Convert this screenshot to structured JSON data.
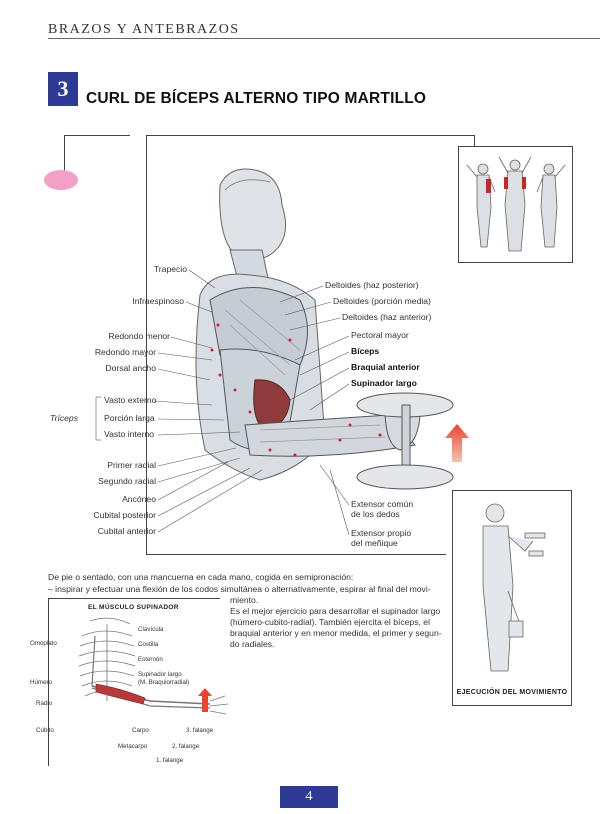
{
  "header": {
    "section": "BRAZOS Y ANTEBRAZOS"
  },
  "exercise": {
    "number": "3",
    "title": "CURL DE BÍCEPS ALTERNO TIPO MARTILLO"
  },
  "labels_left": {
    "trapecio": "Trapecio",
    "infraespinoso": "Infraespinoso",
    "redondo_menor": "Redondo menor",
    "redondo_mayor": "Redondo mayor",
    "dorsal_ancho": "Dorsal ancho",
    "vasto_externo": "Vasto externo",
    "triceps": "Tríceps",
    "porcion_larga": "Porción larga",
    "vasto_interno": "Vasto interno",
    "primer_radial": "Primer radial",
    "segundo_radial": "Segundo radial",
    "anconeo": "Ancóneo",
    "cubital_posterior": "Cubital posterior",
    "cubital_anterior": "Cubital anterior"
  },
  "labels_right": {
    "deltoides_posterior": "Deltoides (haz posterior)",
    "deltoides_media": "Deltoides (porción media)",
    "deltoides_anterior": "Deltoides (haz anterior)",
    "pectoral_mayor": "Pectoral mayor",
    "biceps": "Bíceps",
    "braquial_anterior": "Braquial anterior",
    "supinador_largo": "Supinador largo",
    "extensor_comun_1": "Extensor común",
    "extensor_comun_2": "de los dedos",
    "extensor_propio_1": "Extensor propio",
    "extensor_propio_2": "del meñique"
  },
  "instructions": {
    "line1": "De pie o sentado, con una mancuerna en cada mano, cogida en semipronación:",
    "line2": "– inspirar y efectuar una flexión de los codos simultánea o alternativamente, espirar al final del movi-",
    "line3": "miento.",
    "para2_1": "Es el mejor ejercicio para desarrollar el supinador largo",
    "para2_2": "(húmero-cubito-radial). También ejercita el bíceps, el",
    "para2_3": "braquial anterior y en menor medida, el primer y segun-",
    "para2_4": "do radiales."
  },
  "supinator_box": {
    "title": "EL MÚSCULO SUPINADOR",
    "clavicula": "Clavícula",
    "costilla": "Costilla",
    "esternon": "Esternón",
    "supinador_1": "Supinador largo",
    "supinador_2": "(M. Braquiorradial)",
    "omoplato": "Omoplato",
    "humero": "Húmero",
    "radio": "Radio",
    "cubito": "Cúbito",
    "carpo": "Carpo",
    "metacarpo": "Metacarpo",
    "falange3": "3. falange",
    "falange2": "2. falange",
    "falange1": "1. falange"
  },
  "execution_caption": "EJECUCIÓN DEL MOVIMIENTO",
  "page_number": "4",
  "colors": {
    "accent_blue": "#2d3b96",
    "highlight_pink": "#f2a0c6",
    "arrow_red": "#e8452e"
  }
}
